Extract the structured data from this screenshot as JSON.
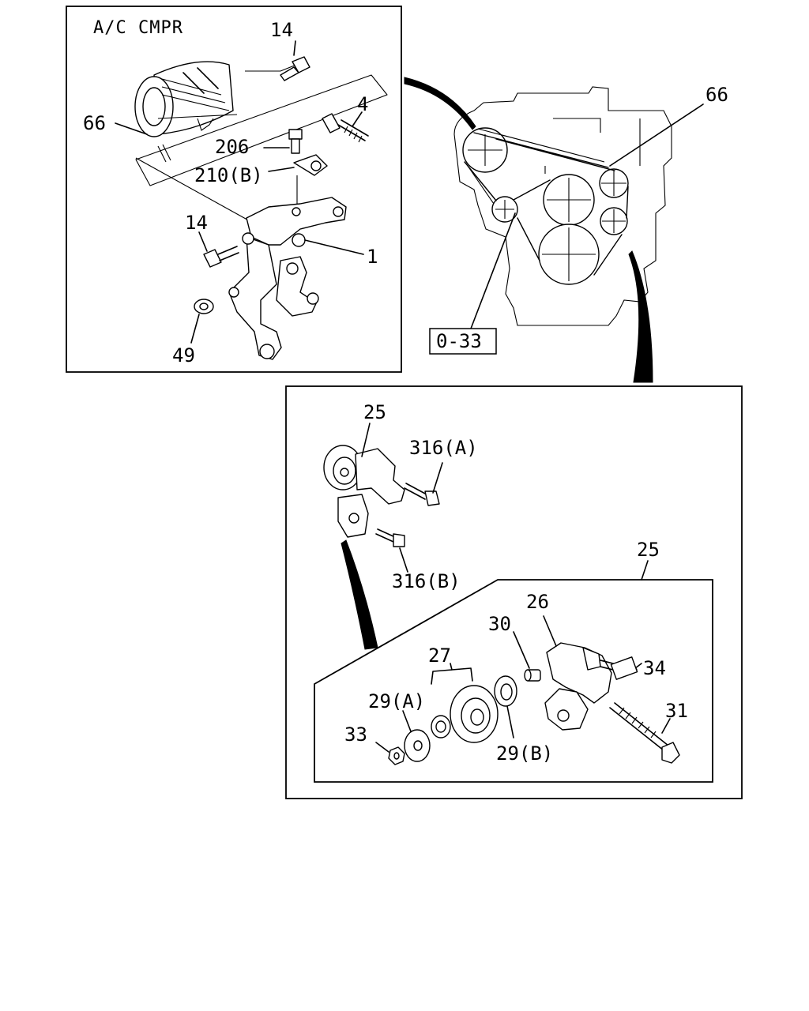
{
  "diagram": {
    "caption_ac_compressor": "A/C CMPR",
    "reference_code": "0-33",
    "callouts": {
      "tl_bolt_top": "14",
      "tl_bolt_4": "4",
      "tl_belt": "66",
      "tl_bolt_206": "206",
      "tl_washer_210b": "210(B)",
      "tl_bolt_left": "14",
      "tl_bracket": "1",
      "tl_nut_49": "49",
      "engine_belt": "66",
      "mid_tensioner": "25",
      "mid_bolt_316a": "316(A)",
      "mid_bolt_316b": "316(B)",
      "detail_assembly": "25",
      "detail_bracket_26": "26",
      "detail_collar_30": "30",
      "detail_pulley_27": "27",
      "detail_bolt_34": "34",
      "detail_plate_29a": "29(A)",
      "detail_nut_33": "33",
      "detail_plate_29b": "29(B)",
      "detail_bolt_31": "31"
    }
  }
}
